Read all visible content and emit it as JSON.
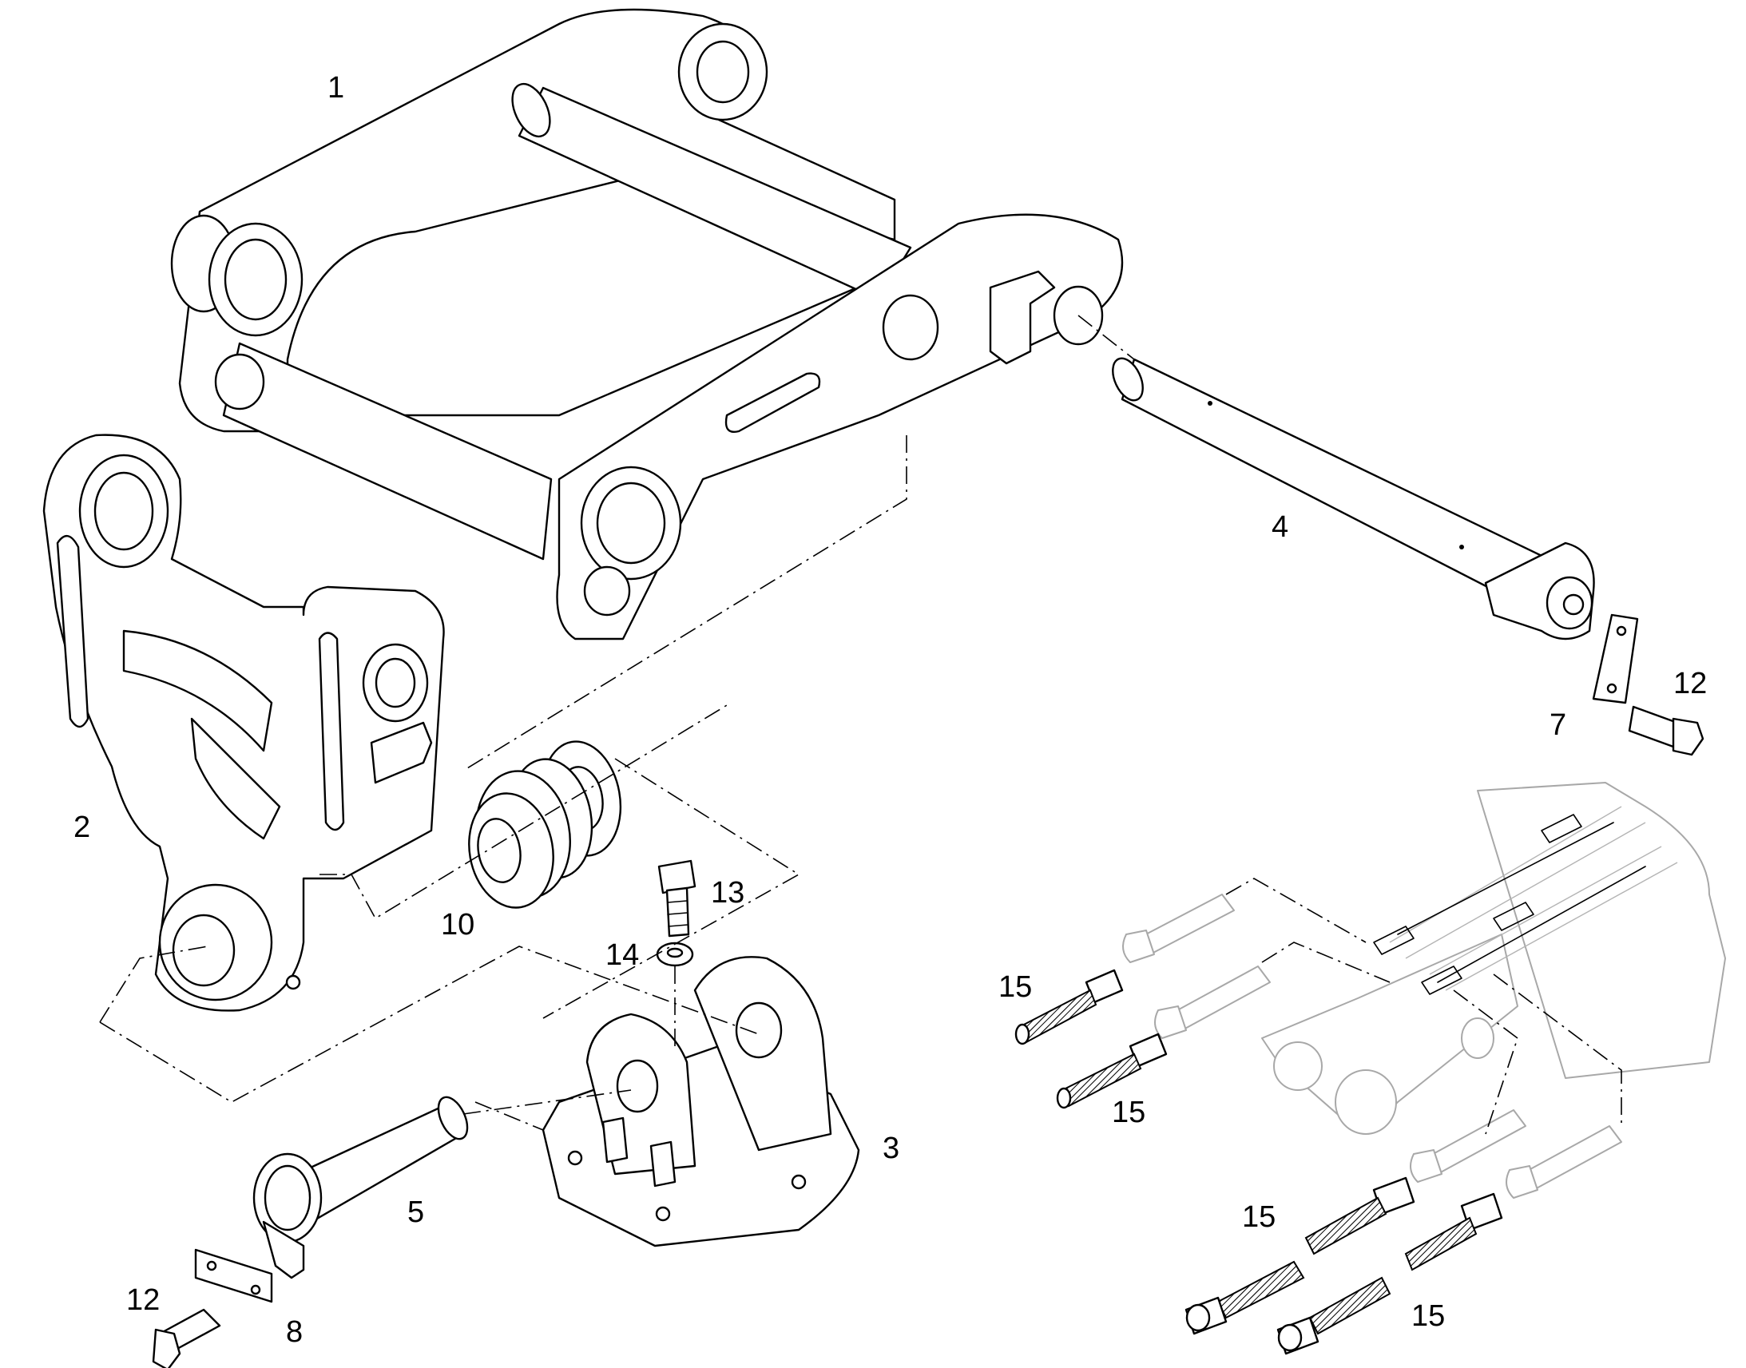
{
  "diagram": {
    "type": "exploded parts view",
    "line_color": "#000000",
    "ghost_color": "#a8a8a8",
    "background": "#ffffff"
  },
  "callouts": {
    "c1": "1",
    "c2": "2",
    "c3": "3",
    "c4": "4",
    "c5": "5",
    "c7": "7",
    "c8": "8",
    "c10": "10",
    "c12_right": "12",
    "c12_left": "12",
    "c13": "13",
    "c14": "14",
    "c15_a": "15",
    "c15_b": "15",
    "c15_c": "15",
    "c15_d": "15"
  }
}
